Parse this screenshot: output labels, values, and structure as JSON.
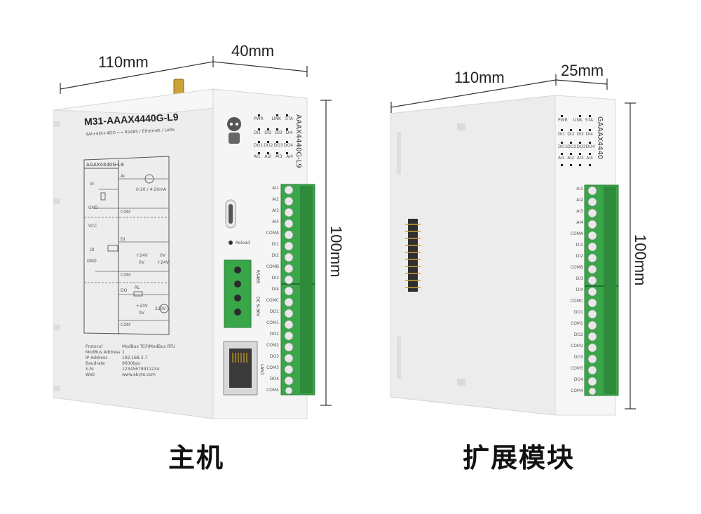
{
  "dimensions": {
    "main_width": "110mm",
    "main_depth": "40mm",
    "main_height": "100mm",
    "ext_width": "110mm",
    "ext_depth": "25mm",
    "ext_height": "100mm"
  },
  "captions": {
    "main": "主机",
    "extension": "扩展模块"
  },
  "main_module": {
    "model": "M31-AAAX4440G-L9",
    "subtitle": "4AI+4DI+4DO ⟷ RS485 / Ethernet / LoRa",
    "front_model": "AAAX4440G-L9",
    "diagram_box_title": "AAAX4440G-L9",
    "diagram": {
      "vi": "VI",
      "gnd": "GND",
      "ai": "AI",
      "current_range": "0-20 / 4-20mA",
      "com": "COM",
      "vcc": "VCC",
      "di_left": "DI",
      "gnd2": "GND",
      "di": "DI",
      "plus24v": "+24V",
      "zero_v": "0V",
      "zero_v2": "0V",
      "plus24v2": "+24V",
      "com2": "COM",
      "do": "DO",
      "rl": "RL",
      "plus24v3": "+24V",
      "zero_v3": "0V",
      "ac220": "220V",
      "com3": "COM"
    },
    "info_labels": [
      "Protocol",
      "ModBus Address",
      "IP Address",
      "Baudrate",
      "S-N:",
      "Web"
    ],
    "info_values": [
      "ModBus TCP/ModBus RTU",
      "1",
      "192.168.3.7",
      "9600bps",
      "12345678911234",
      "www.ebyte.com"
    ],
    "led_row1": [
      "PWR",
      "",
      "LINK",
      "STA"
    ],
    "led_row2": [
      "DI1",
      "DI2",
      "DI3",
      "DI4"
    ],
    "led_row3": [
      "DO1",
      "DO2",
      "DO3",
      "DO4"
    ],
    "led_row4": [
      "AI1",
      "AI2",
      "AI3",
      "AI4"
    ],
    "reload": "Reload",
    "rs485_label": "RS485",
    "power_label": "DC 9-36V",
    "lan_label": "LAN1",
    "terminals": [
      "AI1",
      "AI2",
      "AI3",
      "AI4",
      "COMA",
      "DI1",
      "DI2",
      "COMB",
      "DI3",
      "DI4",
      "COMC",
      "DO1",
      "COM1",
      "DO2",
      "COM2",
      "DO3",
      "COM3",
      "DO4",
      "COM4"
    ]
  },
  "ext_module": {
    "front_model": "GAAAX4440",
    "led_row1": [
      "PWR",
      "",
      "LINK",
      "STA"
    ],
    "led_row2": [
      "DI1",
      "DI2",
      "DI3",
      "DI4"
    ],
    "led_row3": [
      "DO1",
      "DO2",
      "DO3",
      "DO4"
    ],
    "led_row4": [
      "AI1",
      "AI2",
      "AI3",
      "AI4"
    ],
    "terminals": [
      "AI1",
      "AI2",
      "AI3",
      "AI4",
      "COMA",
      "DI1",
      "DI2",
      "COMB",
      "DI3",
      "DI4",
      "COMC",
      "DO1",
      "COM1",
      "DO2",
      "COM2",
      "DO3",
      "COM3",
      "DO4",
      "COM4"
    ]
  },
  "colors": {
    "terminal_green": "#3aa64a",
    "body_white": "#f3f3f3",
    "side_grey": "#e6e6e6"
  }
}
